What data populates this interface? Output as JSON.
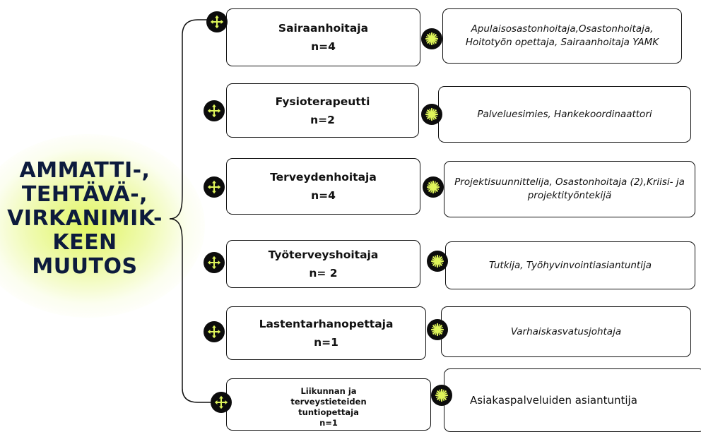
{
  "central_topic": [
    "AMMATTI-,",
    "TEHTÄVÄ-,",
    "VIRKANIMIK-",
    "KEEN",
    "MUUTOS"
  ],
  "colors": {
    "accent": "#dff55a",
    "text_dark": "#0d1b3d",
    "icon_bg": "#0c0c0c"
  },
  "icons": {
    "branch": "move-cross-icon",
    "leaf": "asterisk-burst-icon"
  },
  "branches": [
    {
      "title": "Sairaanhoitaja",
      "count": "n=4",
      "target": "Apulaisosastonhoitaja,Osastonhoitaja, Hoitotyön opettaja, Sairaanhoitaja YAMK"
    },
    {
      "title": "Fysioterapeutti",
      "count": "n=2",
      "target": "Palveluesimies, Hankekoordinaattori"
    },
    {
      "title": "Terveydenhoitaja",
      "count": "n=4",
      "target": "Projektisuunnittelija, Osastonhoitaja (2),Kriisi- ja projektityöntekijä"
    },
    {
      "title": "Työterveyshoitaja",
      "count": "n= 2",
      "target": "Tutkija, Työhyvinvointiasiantuntija"
    },
    {
      "title": "Lastentarhanopettaja",
      "count": "n=1",
      "target": "Varhaiskasvatusjohtaja"
    },
    {
      "title_lines": [
        "Liikunnan ja",
        "terveystieteiden",
        "tuntiopettaja"
      ],
      "count": "n=1",
      "target": "Asiakaspalveluiden asiantuntija"
    }
  ]
}
